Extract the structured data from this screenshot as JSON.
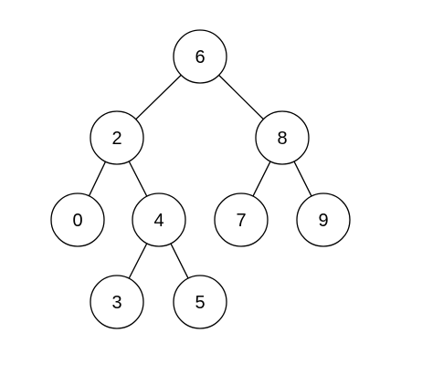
{
  "diagram": {
    "type": "binary-tree",
    "nodes": [
      {
        "id": "n6",
        "label": "6"
      },
      {
        "id": "n2",
        "label": "2"
      },
      {
        "id": "n8",
        "label": "8"
      },
      {
        "id": "n0",
        "label": "0"
      },
      {
        "id": "n4",
        "label": "4"
      },
      {
        "id": "n7",
        "label": "7"
      },
      {
        "id": "n9",
        "label": "9"
      },
      {
        "id": "n3",
        "label": "3"
      },
      {
        "id": "n5",
        "label": "5"
      }
    ],
    "edges": [
      {
        "from": "n6",
        "to": "n2"
      },
      {
        "from": "n6",
        "to": "n8"
      },
      {
        "from": "n2",
        "to": "n0"
      },
      {
        "from": "n2",
        "to": "n4"
      },
      {
        "from": "n8",
        "to": "n7"
      },
      {
        "from": "n8",
        "to": "n9"
      },
      {
        "from": "n4",
        "to": "n3"
      },
      {
        "from": "n4",
        "to": "n5"
      }
    ],
    "colors": {
      "stroke": "#000000",
      "fill": "#ffffff",
      "text": "#000000"
    }
  }
}
